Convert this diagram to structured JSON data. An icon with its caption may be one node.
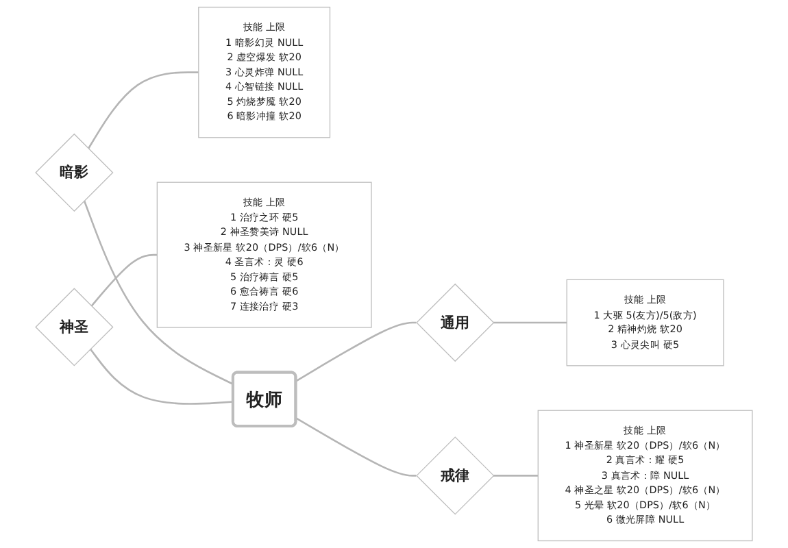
{
  "diagram": {
    "nodes": [
      {
        "text": [
          "技能",
          "上限",
          "1",
          "暗影幻灵",
          "NULL",
          "2",
          "虚空爆发",
          "软20",
          "3",
          "心灵炸弹",
          "NULL",
          "4",
          "心智链接",
          "NULL",
          "5",
          "灼烧梦魇",
          "软20",
          "6",
          "暗影冲撞",
          "软20"
        ]
      },
      {
        "text": [
          "暗影"
        ]
      },
      {
        "text": [
          "通用"
        ]
      },
      {
        "text": [
          "技能",
          "上限",
          "1",
          "大驱",
          "5(友方)/5(敌方)",
          "2",
          "精神灼烧",
          "软20",
          "3",
          "心灵尖叫",
          "硬5"
        ]
      },
      {
        "text": [
          "技能",
          "上限",
          "1",
          "治疗之环",
          "硬5",
          "2",
          "神圣赞美诗",
          "NULL",
          "3",
          "神圣新星",
          "软20（DPS）/软6（N）",
          "4",
          "圣言术：灵",
          "硬6",
          "5",
          "治疗祷言",
          "硬5",
          "6",
          "愈合祷言",
          "硬6",
          "7",
          "连接治疗",
          "硬3"
        ]
      },
      {
        "text": [
          "神圣"
        ]
      },
      {
        "text": [
          "牧师"
        ]
      },
      {
        "text": [
          "戒律"
        ]
      },
      {
        "text": [
          "技能",
          "上限",
          "1",
          "神圣新星",
          "软20（DPS）/软6（N）",
          "2",
          "真言术：耀",
          "硬5",
          "3",
          "真言术：障",
          "NULL",
          "4",
          "神圣之星",
          "软20（DPS）/软6（N）",
          "5",
          "光晕",
          "软20（DPS）/软6（N）",
          "6",
          "微光屏障",
          "NULL"
        ]
      }
    ],
    "edges": [
      {
        "from": 6,
        "to": 1,
        "arrow": "none"
      },
      {
        "from": 1,
        "to": 0,
        "arrow": "none"
      },
      {
        "from": 6,
        "to": 2,
        "arrow": "none"
      },
      {
        "from": 2,
        "to": 3,
        "arrow": "none"
      },
      {
        "from": 6,
        "to": 5,
        "arrow": "none"
      },
      {
        "from": 5,
        "to": 4,
        "arrow": "none"
      },
      {
        "from": 6,
        "to": 7,
        "arrow": "none"
      },
      {
        "from": 7,
        "to": 8,
        "arrow": "none"
      }
    ]
  }
}
